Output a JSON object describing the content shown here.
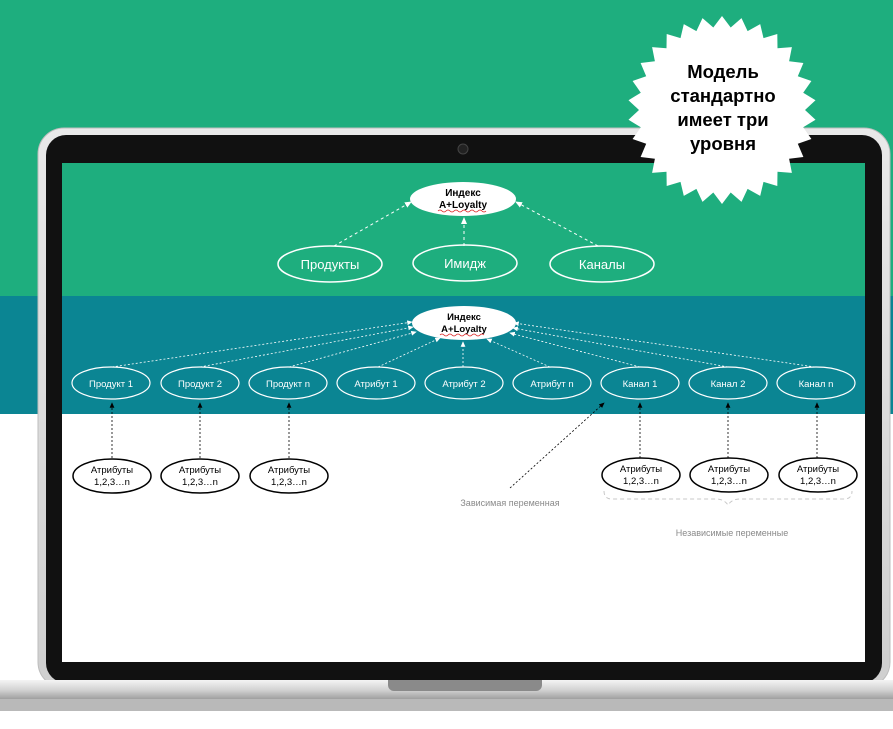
{
  "badge": {
    "line1": "Модель",
    "line2": "стандартно",
    "line3": "имеет три",
    "line4": "уровня"
  },
  "level1": {
    "index_line1": "Индекс",
    "index_line2": "A+Loyalty",
    "items": [
      "Продукты",
      "Имидж",
      "Каналы"
    ]
  },
  "level2": {
    "index_line1": "Индекс",
    "index_line2": "A+Loyalty",
    "items": [
      "Продукт 1",
      "Продукт 2",
      "Продукт n",
      "Атрибут 1",
      "Атрибут 2",
      "Атрибут n",
      "Канал 1",
      "Канал 2",
      "Канал n"
    ]
  },
  "level3": {
    "attr_line1": "Атрибуты",
    "attr_line2": "1,2,3…n"
  },
  "labels": {
    "dependent": "Зависимая переменная",
    "independent": "Независимые переменные"
  },
  "colors": {
    "green": "#1eae7e",
    "teal": "#0b8593",
    "screen_green": "#1eae7e"
  }
}
